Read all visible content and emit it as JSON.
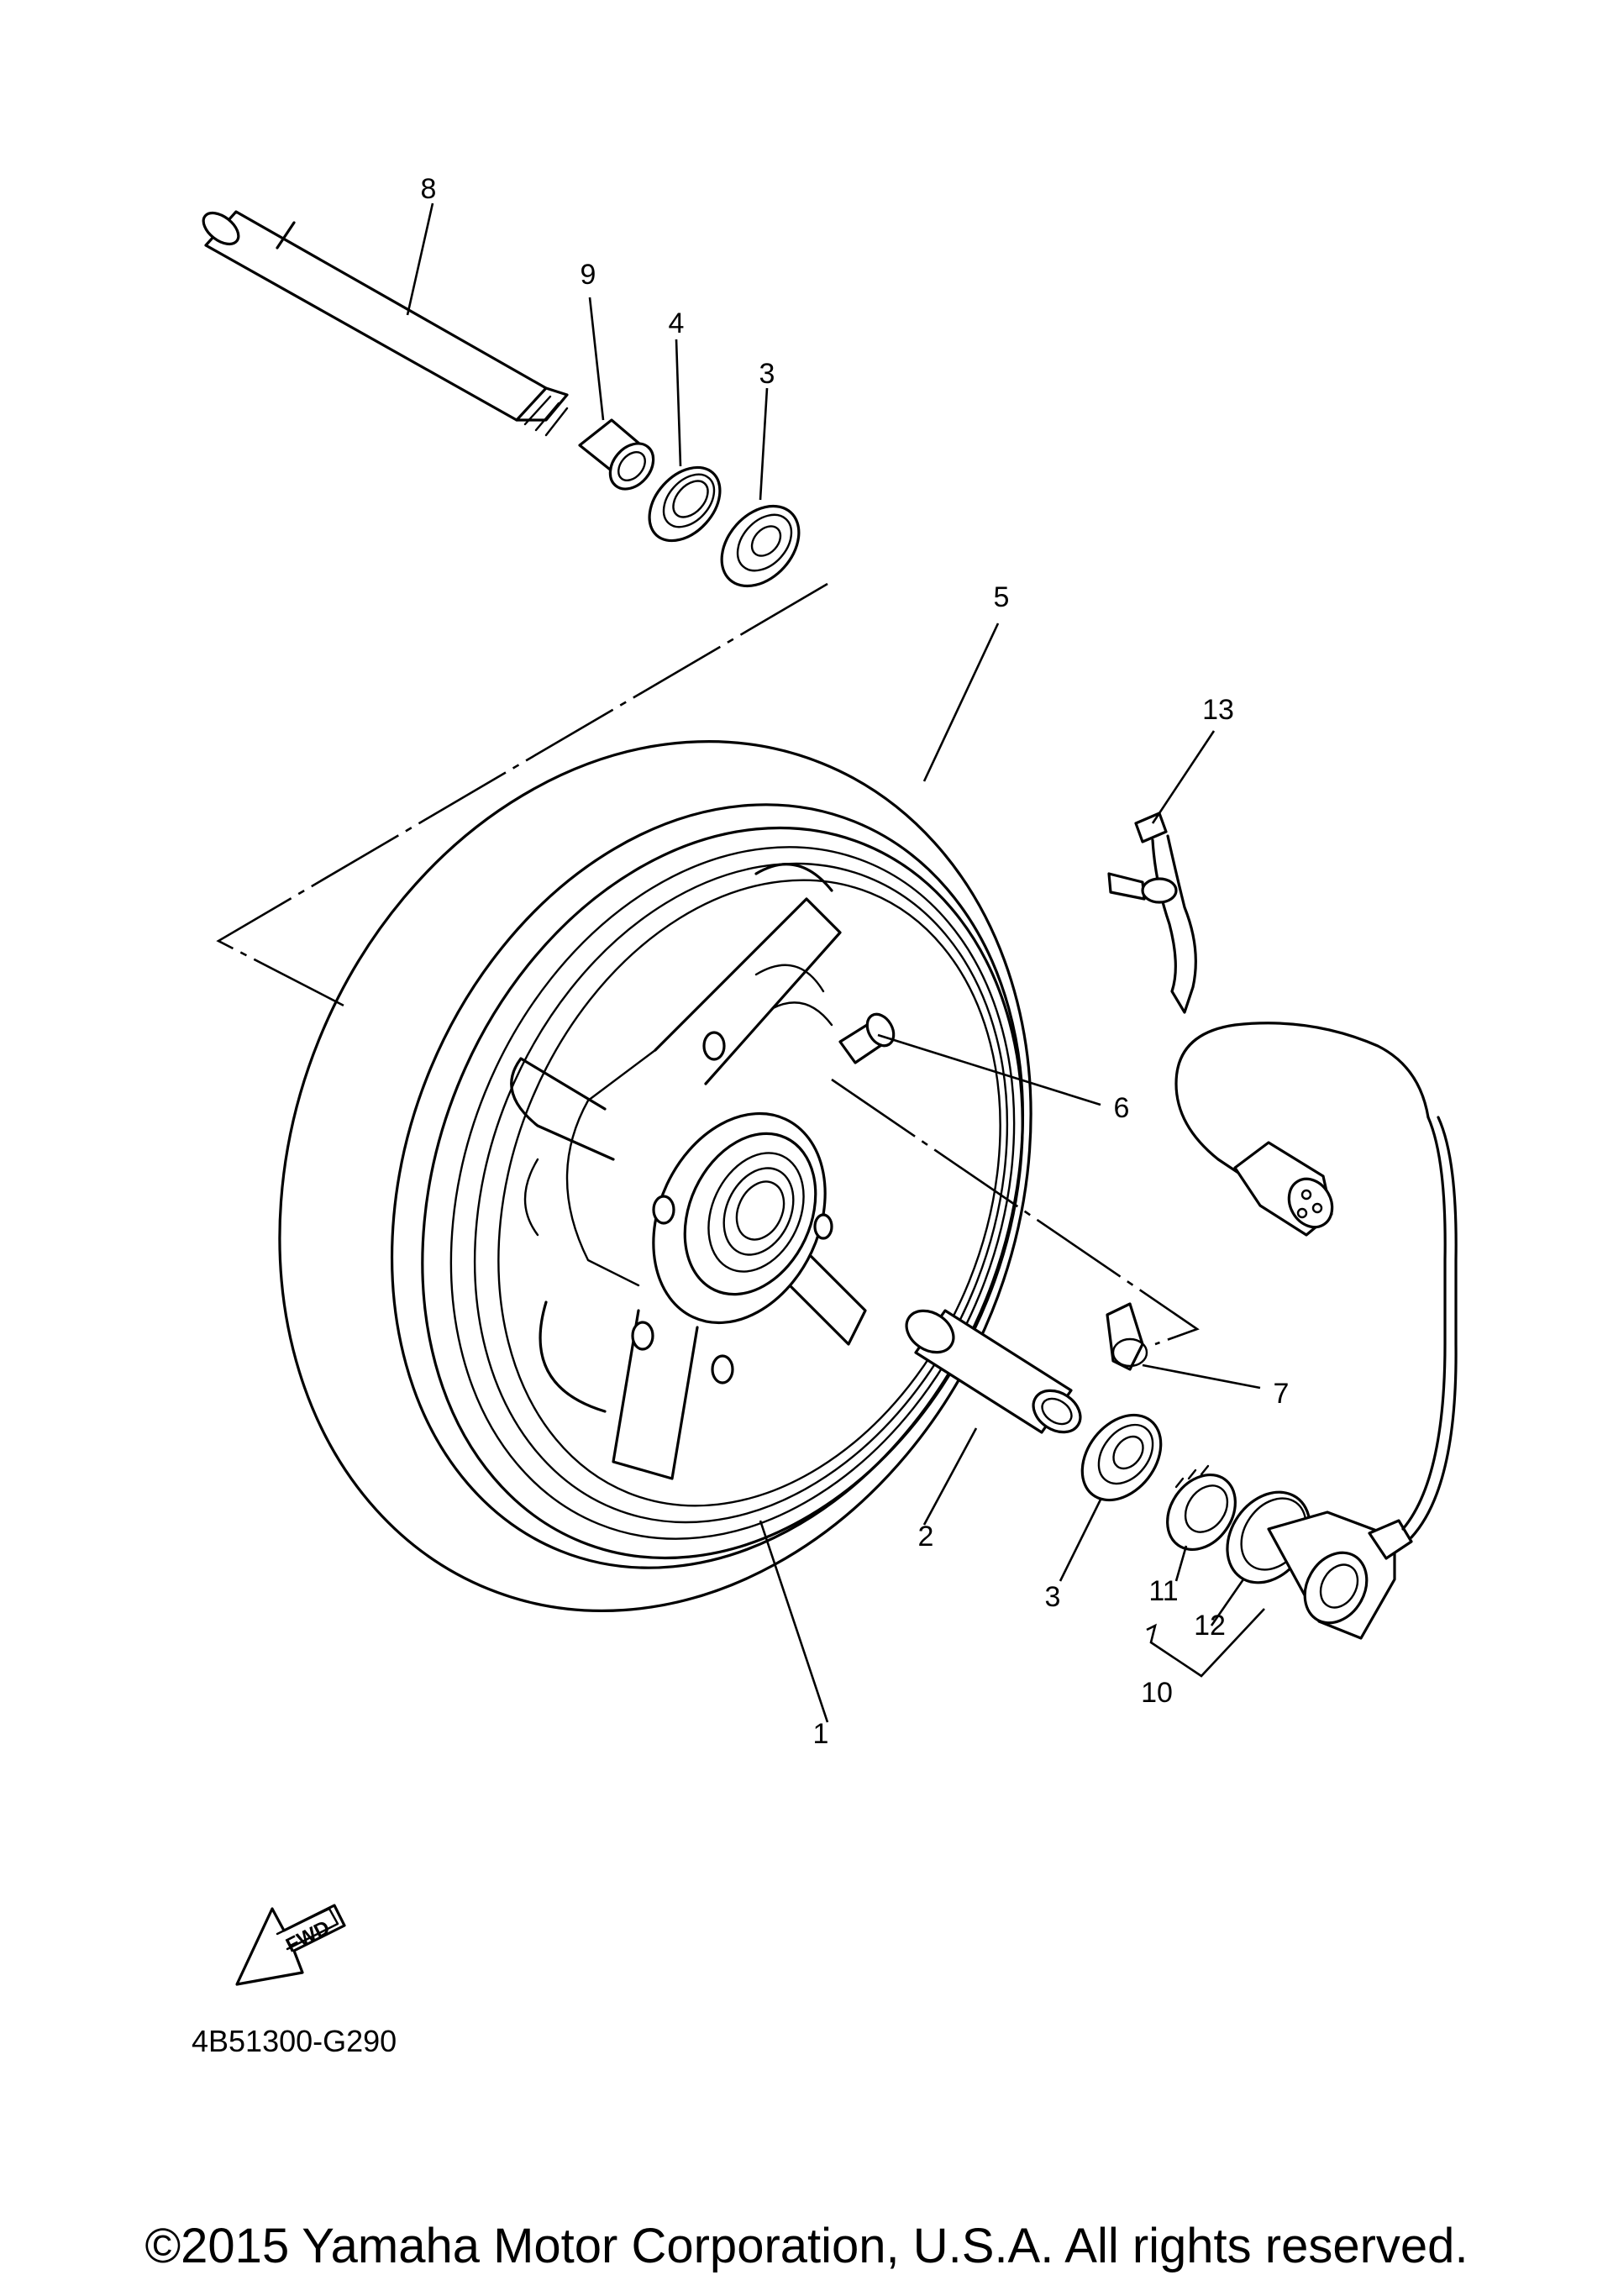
{
  "diagram": {
    "code": "4B51300-G290",
    "fwd_label": "FWD",
    "copyright": "©2015 Yamaha Motor Corporation, U.S.A. All rights reserved.",
    "callouts": [
      "8",
      "9",
      "4",
      "3",
      "5",
      "13",
      "6",
      "7",
      "2",
      "3",
      "11",
      "12",
      "10",
      "1"
    ]
  }
}
